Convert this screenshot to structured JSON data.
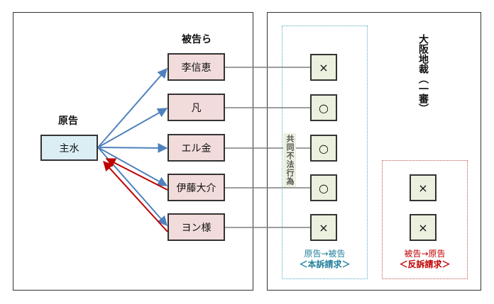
{
  "left": {
    "plaintiff_heading": "原告",
    "defendants_heading": "被告ら",
    "plaintiff": "主水",
    "defendants": [
      "李信恵",
      "凡",
      "エル金",
      "伊藤大介",
      "ヨン様"
    ]
  },
  "right": {
    "court": "大阪地裁（一審）",
    "main_results": [
      "×",
      "○",
      "○",
      "○",
      "×"
    ],
    "counter_results": [
      "×",
      "×"
    ],
    "joint_label": "共同不法行為",
    "main_claim": {
      "direction": "原告→被告",
      "name": "＜本訴請求＞"
    },
    "counter_claim": {
      "direction": "被告→原告",
      "name": "＜反訴請求＞"
    }
  },
  "colors": {
    "arrow_out": "#4f81bd",
    "arrow_back": "#c00000",
    "main_caption": "#1f7f9a",
    "counter_caption": "#c00000"
  }
}
